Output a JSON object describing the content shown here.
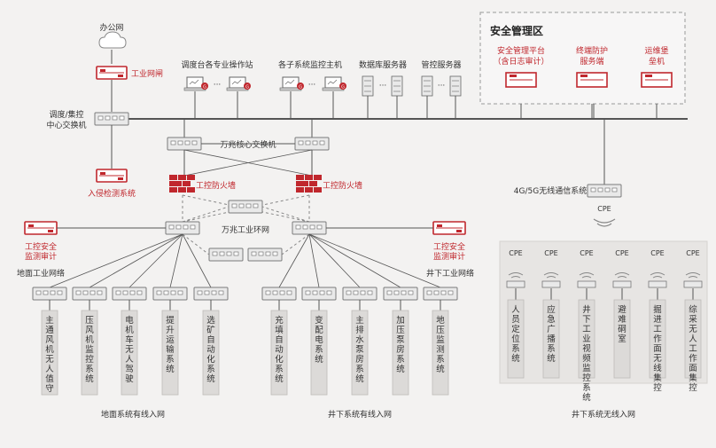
{
  "colors": {
    "accent": "#c0272d",
    "line": "#555555",
    "dash": "#888888",
    "device": "#e9e9e9",
    "deviceStroke": "#7a7a7a",
    "text": "#333333",
    "bg": "#f3f2f1",
    "panel": "#ebe9e8"
  },
  "top": {
    "office_net": "办公网",
    "industrial_gate": "工业网闸",
    "dispatch_label": "调度/集控",
    "dispatch_label2": "中心交换机",
    "intrusion": "入侵检测系统",
    "workstations": "调度台各专业操作站",
    "monitor_hosts": "各子系统监控主机",
    "db_servers": "数据库服务器",
    "mgmt_servers": "管控服务器",
    "core_switch": "万兆核心交换机",
    "firewall_left": "工控防火墙",
    "firewall_right": "工控防火墙",
    "ring_net": "万兆工业环网",
    "audit_left_1": "工控安全",
    "audit_left_2": "监测审计",
    "audit_right_1": "工控安全",
    "audit_right_2": "监测审计",
    "ground_net": "地面工业网络",
    "underground_net": "井下工业网络",
    "wireless_sys": "4G/5G无线通信系统",
    "cpe": "CPE",
    "ellipsis": "···",
    "badge": "G"
  },
  "security_zone": {
    "title": "安全管理区",
    "items": [
      {
        "line1": "安全管理平台",
        "line2": "（含日志审计）"
      },
      {
        "line1": "终端防护",
        "line2": "服务端"
      },
      {
        "line1": "运维堡",
        "line2": "垒机"
      }
    ]
  },
  "ground_systems": [
    "主通风机无人值守",
    "压风机监控系统",
    "电机车无人驾驶",
    "提升运输系统",
    "选矿自动化系统"
  ],
  "underground_wired": [
    "充填自动化系统",
    "变配电系统",
    "主排水泵房系统",
    "加压泵房系统",
    "地压监测系统"
  ],
  "wireless_systems": [
    "人员定位系统",
    "应急广播系统",
    "井下工业视频监控系统",
    "避难硐室",
    "掘进工作面无线集控",
    "综采无人工作面集控"
  ],
  "footers": {
    "ground": "地面系统有线入网",
    "underground": "井下系统有线入网",
    "wireless": "井下系统无线入网"
  }
}
